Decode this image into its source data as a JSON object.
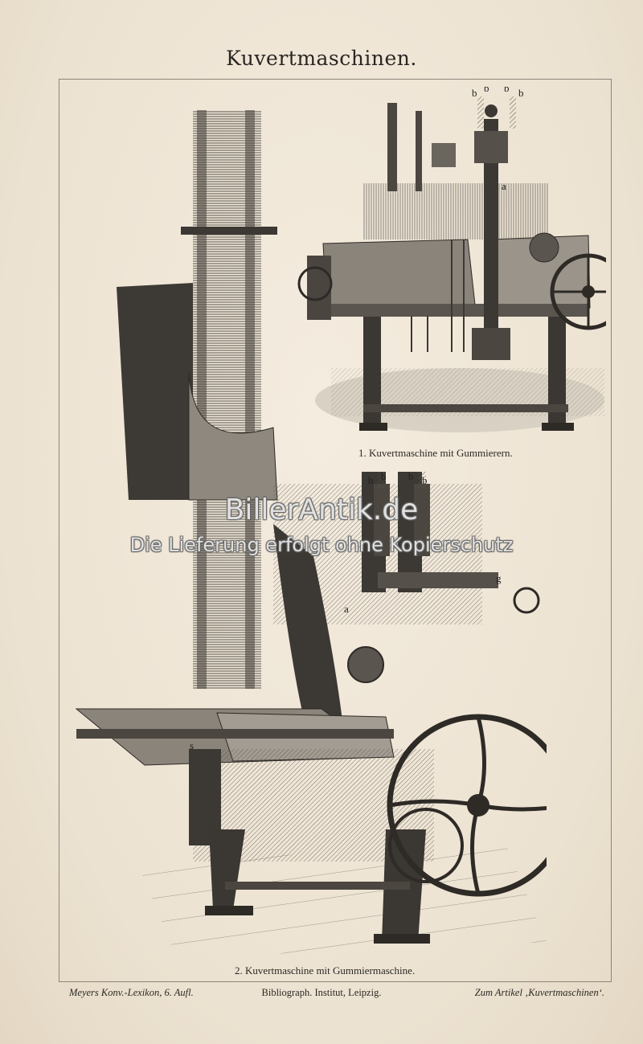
{
  "title": "Kuvertmaschinen.",
  "figures": [
    {
      "caption": "1. Kuvertmaschine mit Gummierern."
    },
    {
      "caption": "2. Kuvertmaschine mit Gummiermaschine."
    }
  ],
  "letters": {
    "b": "b",
    "a": "a",
    "s": "s",
    "g": "g"
  },
  "footer": {
    "left": "Meyers Konv.-Lexikon, 6. Aufl.",
    "center": "Bibliograph. Institut, Leipzig.",
    "right": "Zum Artikel ‚Kuvertmaschinen‘."
  },
  "watermark": {
    "line1": "BillerAntik.de",
    "line2": "Die Lieferung erfolgt ohne Kopierschutz"
  }
}
